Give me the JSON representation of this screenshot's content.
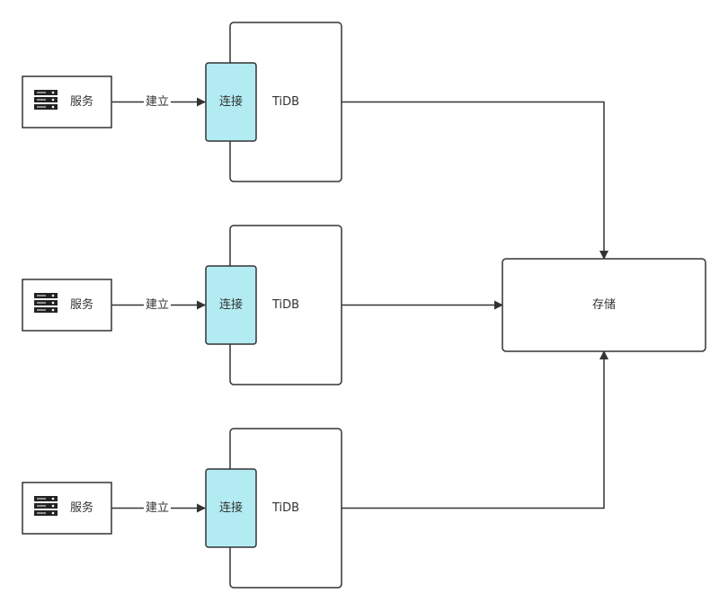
{
  "diagram": {
    "colors": {
      "stroke": "#333333",
      "connection_fill": "#b2ebf2",
      "background": "#ffffff"
    },
    "rows": [
      {
        "service_label": "服务",
        "service_icon": "server-rack-icon",
        "edge_label": "建立",
        "connection_label": "连接",
        "tidb_label": "TiDB"
      },
      {
        "service_label": "服务",
        "service_icon": "server-rack-icon",
        "edge_label": "建立",
        "connection_label": "连接",
        "tidb_label": "TiDB"
      },
      {
        "service_label": "服务",
        "service_icon": "server-rack-icon",
        "edge_label": "建立",
        "connection_label": "连接",
        "tidb_label": "TiDB"
      }
    ],
    "storage_label": "存储"
  }
}
